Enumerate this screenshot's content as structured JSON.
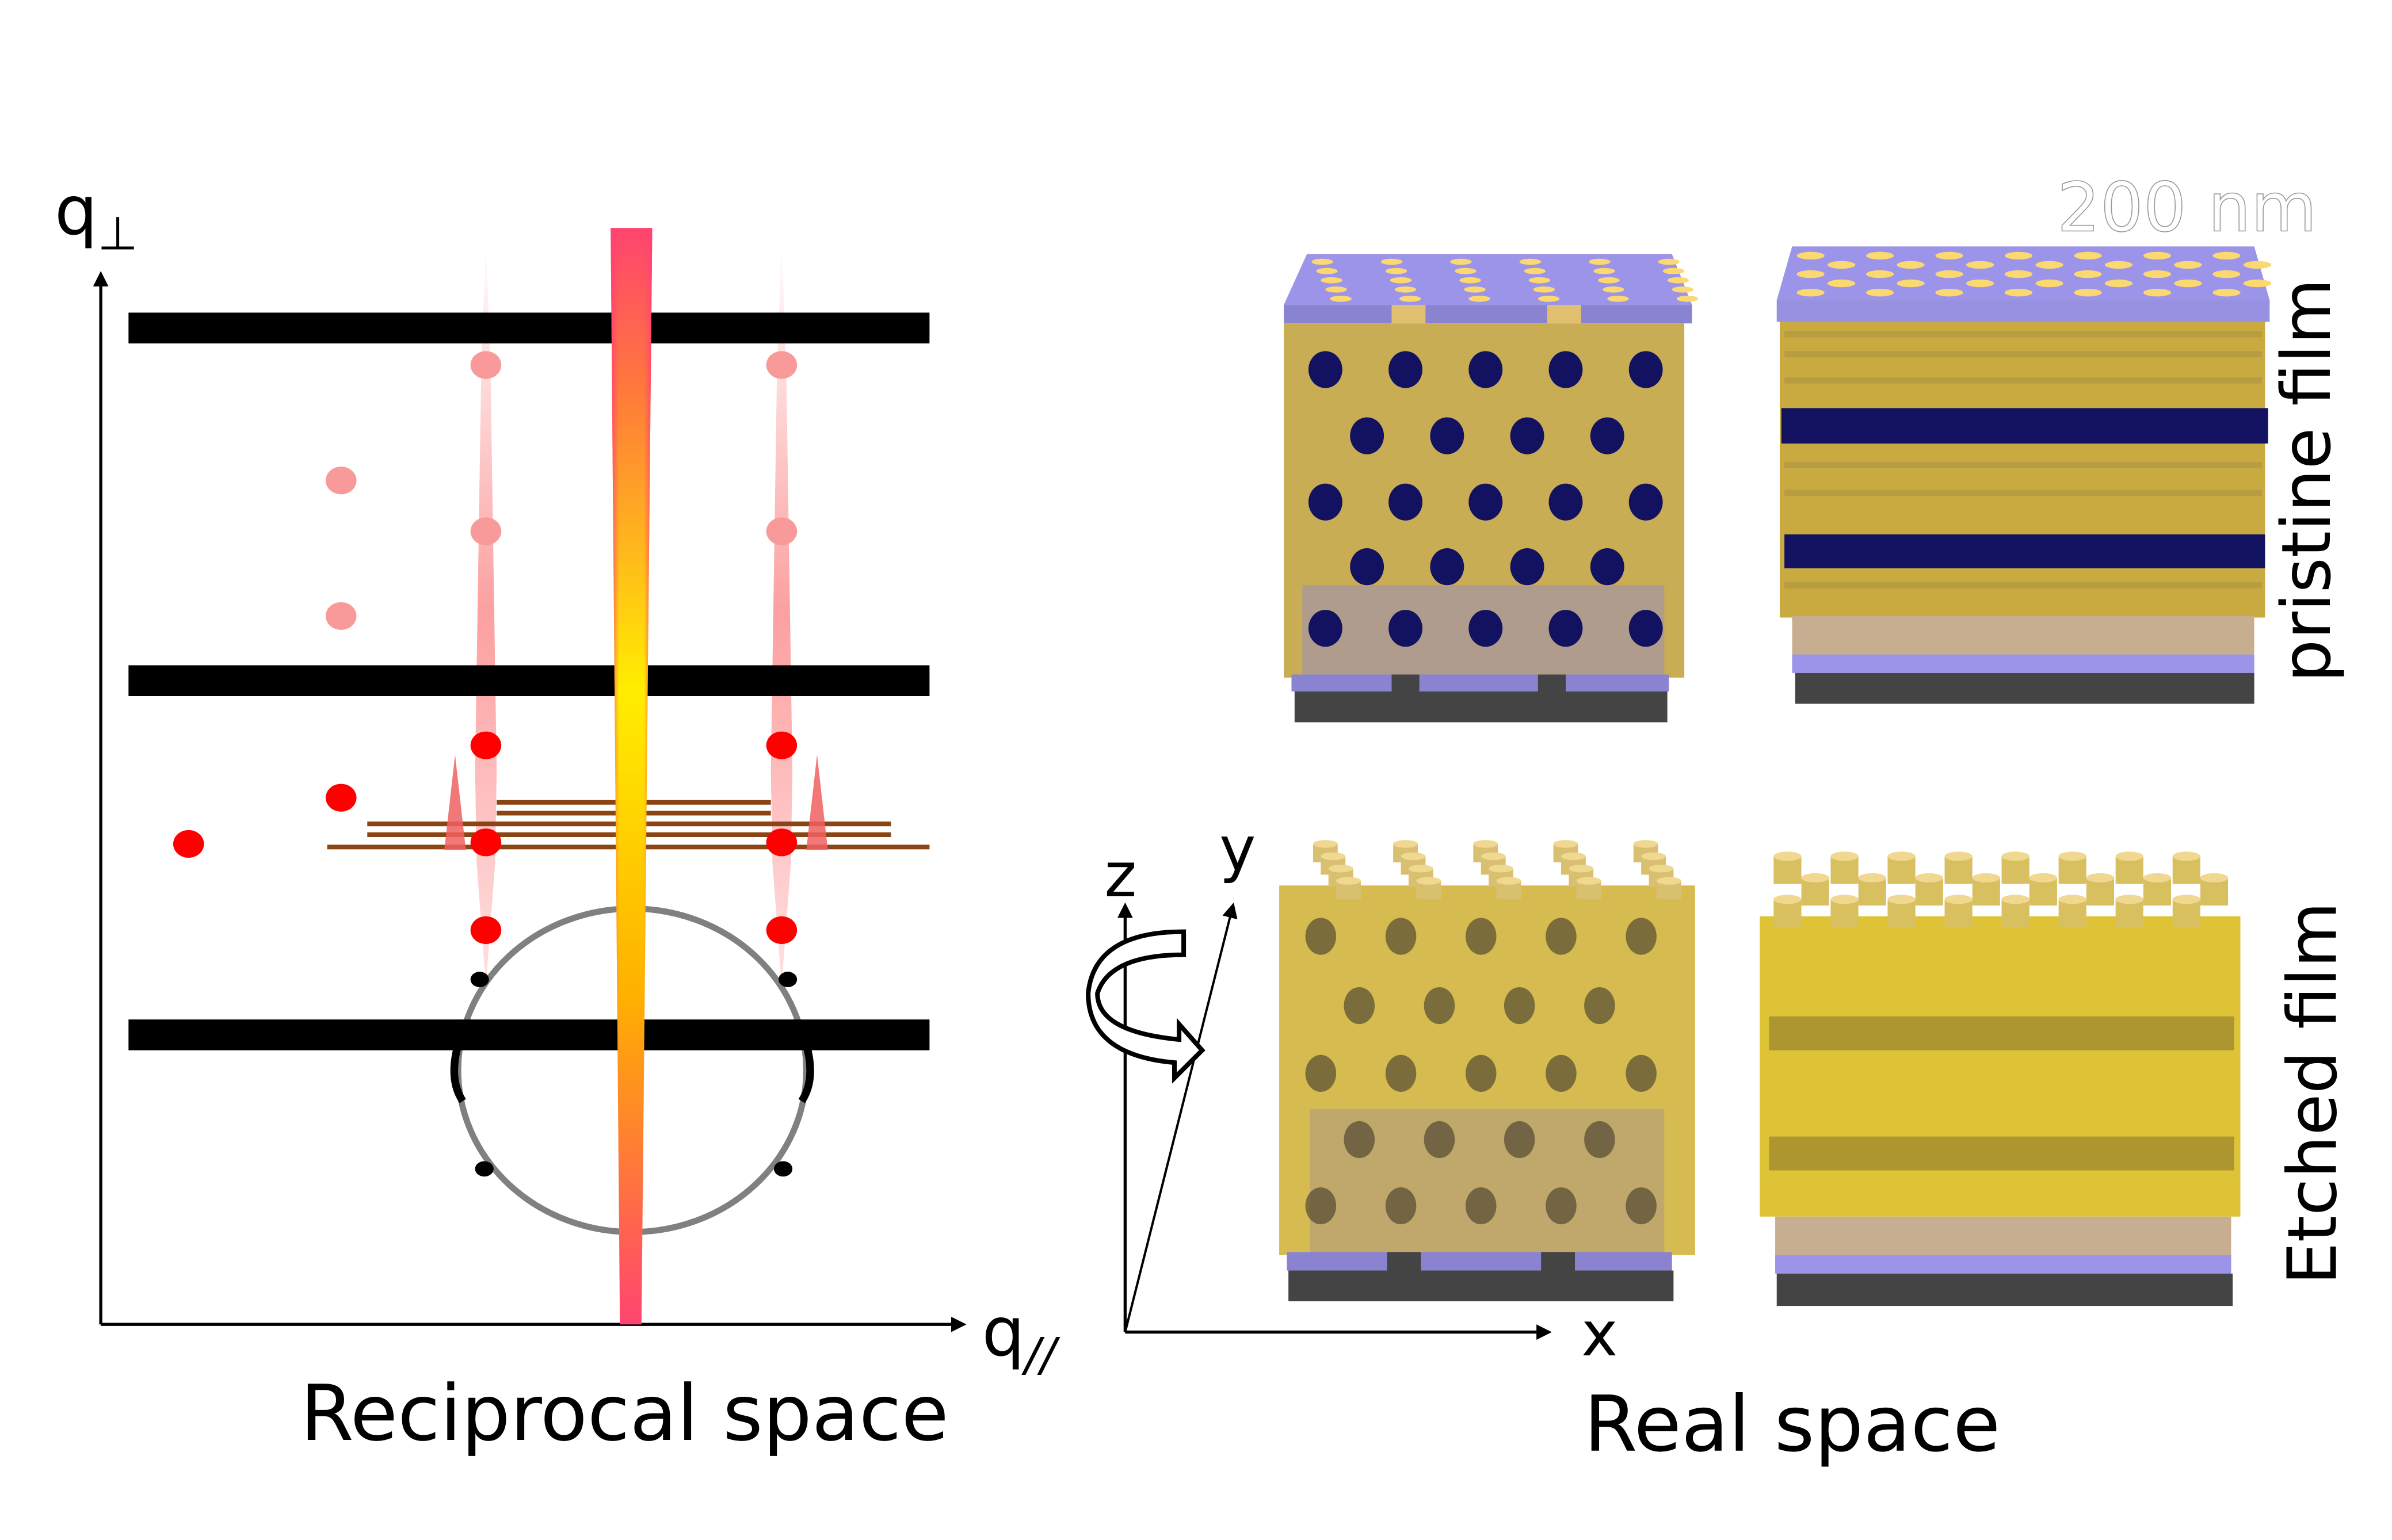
{
  "reciprocal": {
    "y_axis_label": "q",
    "y_axis_subscript": "⊥",
    "x_axis_label": "q",
    "x_axis_subscript": "//",
    "caption": "Reciprocal space"
  },
  "real": {
    "caption": "Real space",
    "scale_bar_text": "200 nm",
    "row_labels": [
      "pristine film",
      "Etched film"
    ],
    "axes": {
      "x": "x",
      "y": "y",
      "z": "z"
    }
  },
  "colors": {
    "substrate": "#444444",
    "interlayer": "#9c94e8",
    "matrix": "#c8ad55",
    "cylinders": "#121260",
    "beam_core": "#ffee00",
    "beam_edge": "#ff4470",
    "bragg_strong": "#ff0000",
    "bragg_weak": "#f8a0a0",
    "brown_lines": "#8b4513"
  }
}
